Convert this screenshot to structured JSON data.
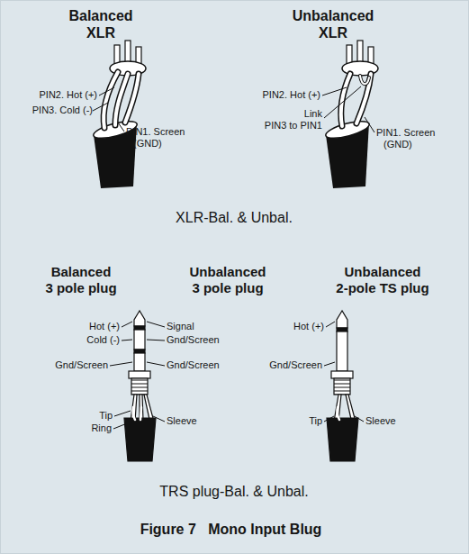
{
  "diagram": {
    "caption": "Figure 7   Mono Input Blug",
    "labels": [
      "Balanced XLR",
      "Unbalanced XLR",
      "PIN2. Hot (+)",
      "PIN3. Cold (-)",
      "PIN1. Screen (GND)",
      "PIN2. Hot (+)",
      "Link PIN3 to PIN1",
      "PIN1. Screen (GND)",
      "XLR-Bal. & Unbal.",
      "Balanced 3 pole plug",
      "Unbalanced 3 pole plug",
      "Unbalanced 2-pole TS plug",
      "Hot (+)",
      "Cold (-)",
      "Gnd/Screen",
      "Tip",
      "Ring",
      "Signal",
      "Gnd/Screen",
      "Gnd/Screen",
      "Sleeve",
      "Hot (+)",
      "Gnd/Screen",
      "Tip",
      "Sleeve",
      "TRS plug-Bal. & Unbal."
    ]
  }
}
